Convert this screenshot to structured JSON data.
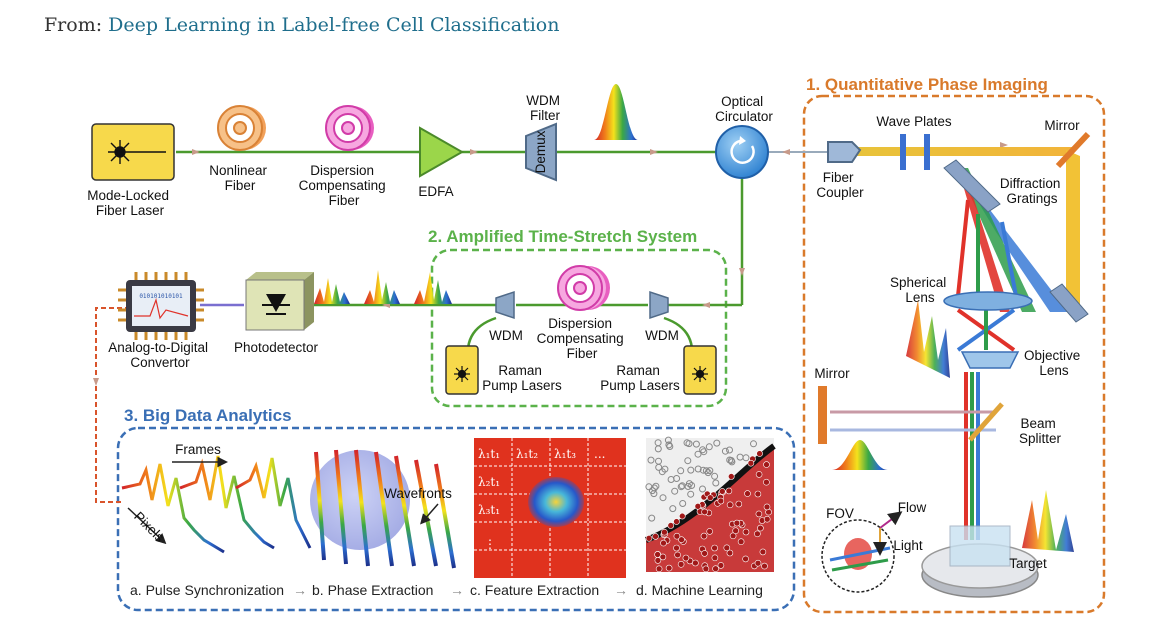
{
  "header": {
    "prefix": "From: ",
    "link_text": "Deep Learning in Label-free Cell Classification"
  },
  "sections": {
    "qpi": "1. Quantitative Phase Imaging",
    "ats": "2. Amplified  Time-Stretch System",
    "bda": "3. Big Data Analytics"
  },
  "components": {
    "laser": [
      "Mode-Locked",
      "Fiber Laser"
    ],
    "nonlinear_fiber": [
      "Nonlinear",
      "Fiber"
    ],
    "dcf_top": [
      "Dispersion",
      "Compensating",
      "Fiber"
    ],
    "edfa": "EDFA",
    "wdm_filter": [
      "WDM",
      "Filter"
    ],
    "demux": "Demux",
    "circulator": [
      "Optical",
      "Circulator"
    ],
    "wave_plates": "Wave Plates",
    "mirror_top": "Mirror",
    "fiber_coupler": [
      "Fiber",
      "Coupler"
    ],
    "gratings": [
      "Diffraction",
      "Gratings"
    ],
    "spherical_lens": [
      "Spherical",
      "Lens"
    ],
    "objective_lens": [
      "Objective",
      "Lens"
    ],
    "mirror_left": "Mirror",
    "beam_splitter": [
      "Beam",
      "Splitter"
    ],
    "fov": "FOV",
    "flow": "Flow",
    "light": "Light",
    "target": "Target",
    "adc": [
      "Analog-to-Digital",
      "Convertor"
    ],
    "adc_bits": "010101010101",
    "photodetector": "Photodetector",
    "wdm_left": "WDM",
    "wdm_right": "WDM",
    "dcf_mid": [
      "Dispersion",
      "Compensating",
      "Fiber"
    ],
    "raman_left": [
      "Raman",
      "Pump Lasers"
    ],
    "raman_right": [
      "Raman",
      "Pump Lasers"
    ]
  },
  "analytics": {
    "frames": "Frames",
    "pixels": "Pixels",
    "wavefronts": "Wavefronts",
    "grid": {
      "row1": [
        "λ₁t₁",
        "λ₁t₂",
        "λ₁t₃",
        "..."
      ],
      "row2": "λ₂t₁",
      "row3": "λ₃t₁",
      "row4": "⋮"
    },
    "steps": [
      "a. Pulse Synchronization",
      "b. Phase Extraction",
      "c. Feature Extraction",
      "d. Machine Learning"
    ],
    "arrow": "→"
  },
  "colors": {
    "fiber": "#4b9a2e",
    "orange": "#d97a2b",
    "green_dash": "#5bb24a",
    "blue_dash": "#3a6fb5",
    "grid_red": "#e0321e"
  }
}
